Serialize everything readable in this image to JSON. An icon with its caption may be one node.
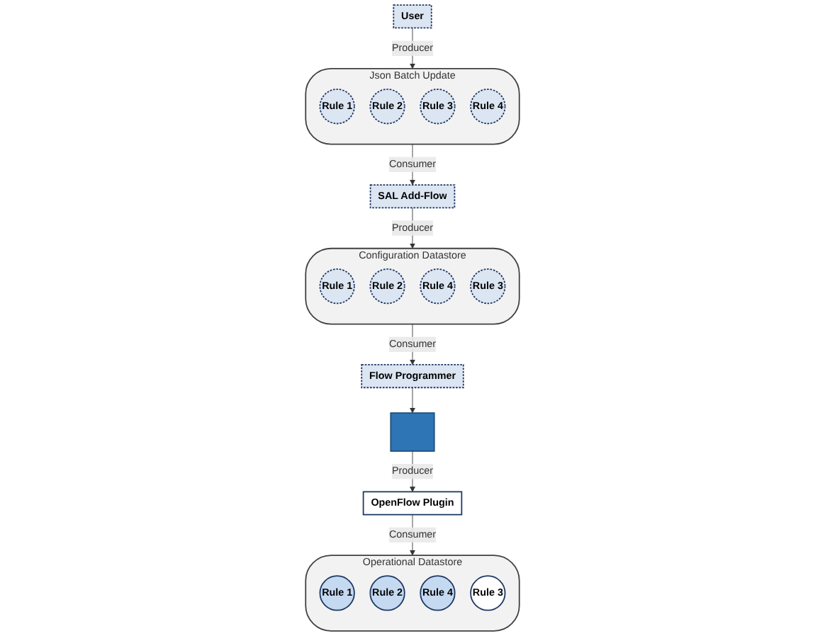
{
  "diagram": {
    "nodes": [
      {
        "text": [
          "User"
        ]
      },
      {
        "text": [
          "Json Batch Update"
        ]
      },
      {
        "text": [
          "Rule 1"
        ],
        "in": 1
      },
      {
        "text": [
          "Rule 2"
        ],
        "in": 1
      },
      {
        "text": [
          "Rule 3"
        ],
        "in": 1
      },
      {
        "text": [
          "Rule 4"
        ],
        "in": 1
      },
      {
        "text": [
          "SAL Add-Flow"
        ]
      },
      {
        "text": [
          "Configuration Datastore"
        ]
      },
      {
        "text": [
          "Rule 1"
        ],
        "in": 7
      },
      {
        "text": [
          "Rule 2"
        ],
        "in": 7
      },
      {
        "text": [
          "Rule 4"
        ],
        "in": 7
      },
      {
        "text": [
          "Rule 3"
        ],
        "in": 7
      },
      {
        "text": [
          "Flow Programmer"
        ]
      },
      {
        "text": [],
        "shape": "box"
      },
      {
        "text": [
          "Operational Datastore"
        ]
      },
      {
        "text": [
          "Rule 1"
        ],
        "in": 14
      },
      {
        "text": [
          "Rule 2"
        ],
        "in": 14
      },
      {
        "text": [
          "Rule 4"
        ],
        "in": 14
      },
      {
        "text": [
          "Rule 3"
        ],
        "in": 14
      },
      {
        "text": [
          "OpenFlow Plugin"
        ]
      }
    ],
    "edges": [
      {
        "from": 0,
        "to": 1,
        "arrow": "to",
        "label": "Producer"
      },
      {
        "from": 1,
        "to": 6,
        "arrow": "to",
        "label": "Consumer"
      },
      {
        "from": 6,
        "to": 7,
        "arrow": "to",
        "label": "Producer"
      },
      {
        "from": 7,
        "to": 12,
        "arrow": "to",
        "label": "Consumer"
      },
      {
        "from": 12,
        "to": 13,
        "arrow": "to"
      },
      {
        "from": 13,
        "to": 19,
        "arrow": "to",
        "label": "Producer"
      },
      {
        "from": 19,
        "to": 14,
        "arrow": "to",
        "label": "Consumer"
      }
    ]
  }
}
